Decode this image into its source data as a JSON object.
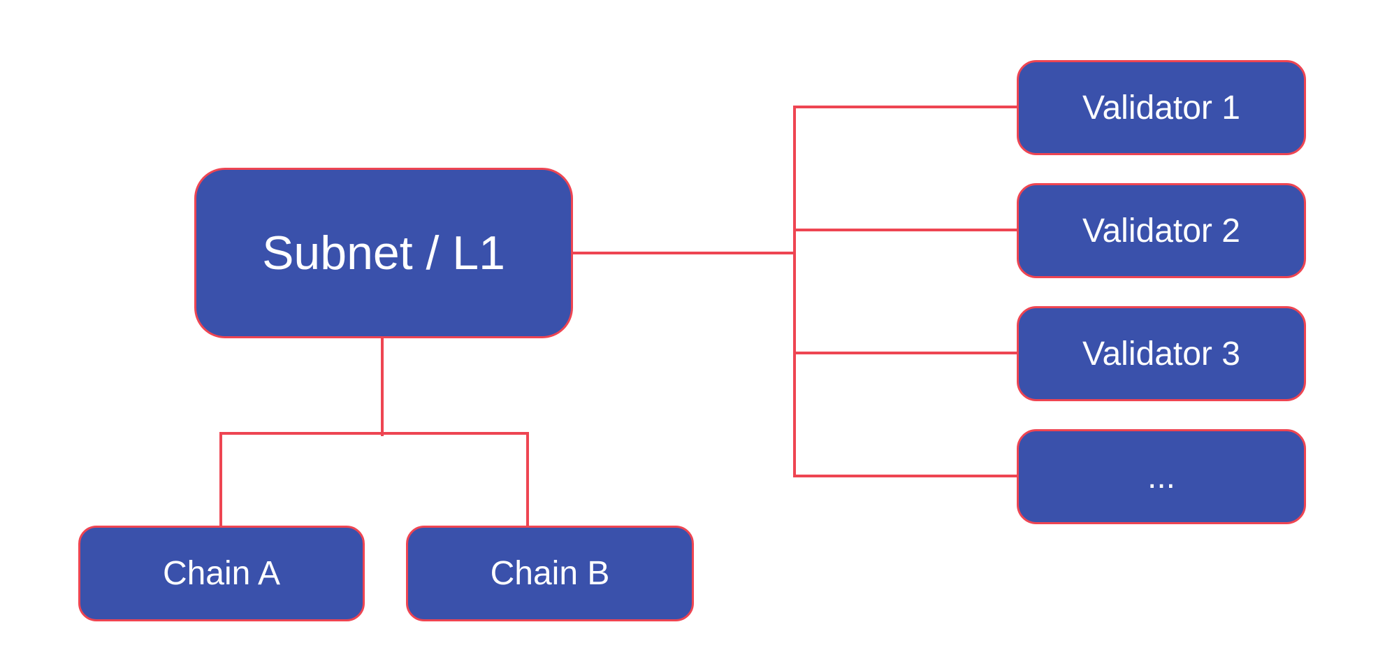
{
  "diagram": {
    "subnet": {
      "label": "Subnet / L1"
    },
    "chains": [
      {
        "label": "Chain A"
      },
      {
        "label": "Chain B"
      }
    ],
    "validators": [
      {
        "label": "Validator 1"
      },
      {
        "label": "Validator 2"
      },
      {
        "label": "Validator 3"
      },
      {
        "label": "..."
      }
    ],
    "colors": {
      "node_fill": "#3a51ab",
      "line": "#ee4552",
      "text": "#ffffff",
      "background": "#ffffff"
    }
  }
}
